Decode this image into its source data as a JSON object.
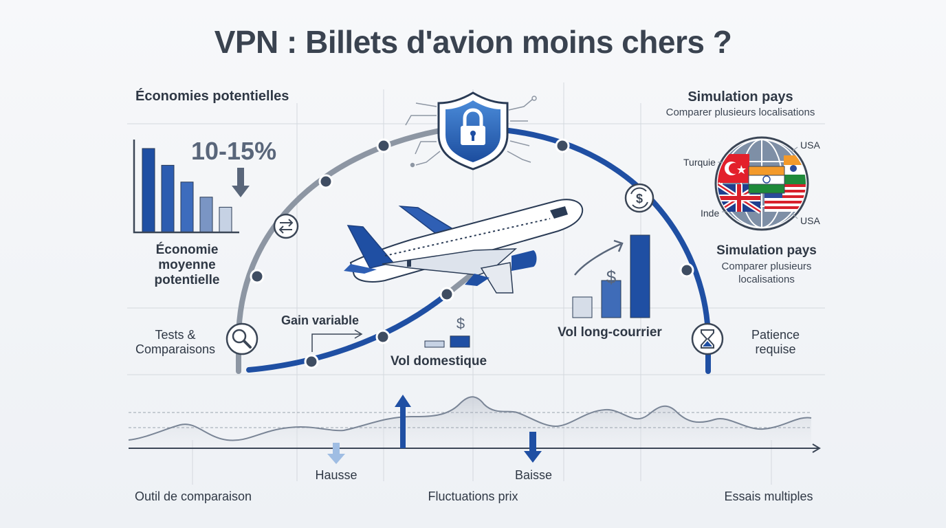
{
  "title": "VPN : Billets d'avion moins chers ?",
  "savings": {
    "heading": "Économies potentielles",
    "range": "10-15%",
    "caption_lines": [
      "Économie",
      "moyenne",
      "potentielle"
    ],
    "bar_chart": {
      "type": "bar",
      "values": [
        100,
        80,
        60,
        42,
        30
      ]
    }
  },
  "simulation_top": {
    "heading": "Simulation pays",
    "subtitle": "Comparer plusieurs localisations"
  },
  "countries": {
    "turkey": "Turquie",
    "usa_top": "USA",
    "india": "Inde",
    "usa_bottom": "USA"
  },
  "simulation_mid": {
    "heading": "Simulation pays",
    "subtitle_lines": [
      "Comparer plusieurs",
      "localisations"
    ]
  },
  "tests": {
    "lines": [
      "Tests &",
      "Comparaisons"
    ]
  },
  "gain": {
    "label": "Gain variable"
  },
  "domestic": {
    "label": "Vol domestique",
    "currency": "$",
    "bars": [
      1,
      1.8
    ]
  },
  "longhaul": {
    "label": "Vol long-courrier",
    "currency": "$",
    "bars": [
      1,
      1.8,
      4
    ]
  },
  "patience": {
    "lines": [
      "Patience",
      "requise"
    ]
  },
  "fluctuations": {
    "rise": "Hausse",
    "fall": "Baisse",
    "bottom_left": "Outil de comparaison",
    "bottom_center": "Fluctuations prix",
    "bottom_right": "Essais multiples"
  },
  "colors": {
    "primary": "#1f4fa3",
    "grey_arc": "#8d96a3",
    "text": "#2b3340",
    "turkey_red": "#e3202b",
    "india_saffron": "#f39a2b",
    "india_green": "#1f8a3a"
  }
}
